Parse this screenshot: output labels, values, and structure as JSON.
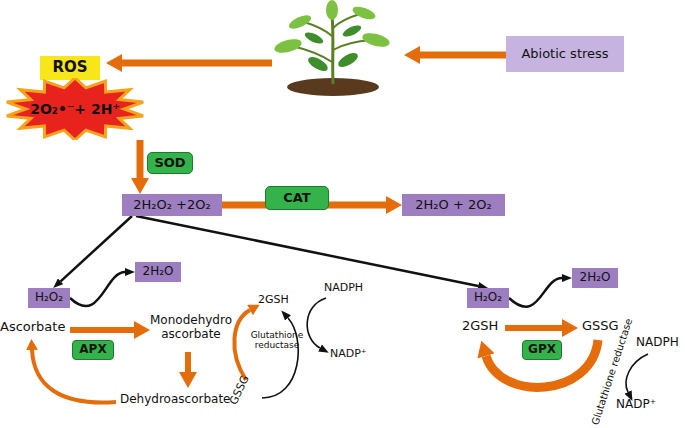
{
  "diagram": {
    "nodes": [
      {
        "text": [
          "Abiotic stress"
        ]
      },
      {
        "text": [
          "ROS"
        ]
      },
      {
        "text": [
          "2O₂•⁻+ 2H⁺"
        ]
      },
      {
        "text": [
          "SOD"
        ]
      },
      {
        "text": [
          "2H₂O₂ +2O₂"
        ]
      },
      {
        "text": [
          "CAT"
        ]
      },
      {
        "text": [
          "2H₂O + 2O₂"
        ]
      },
      {
        "text": [
          "H₂O₂"
        ]
      },
      {
        "text": [
          "2H₂O"
        ]
      },
      {
        "text": [
          "H₂O₂"
        ]
      },
      {
        "text": [
          "2H₂O"
        ]
      },
      {
        "text": [
          "APX"
        ]
      },
      {
        "text": [
          "GPX"
        ]
      }
    ],
    "edges": [
      {
        "from": 2,
        "to": 4,
        "arrow": "to"
      },
      {
        "from": 4,
        "to": 6,
        "arrow": "to"
      },
      {
        "from": 4,
        "to": 7,
        "arrow": "to"
      },
      {
        "from": 4,
        "to": 9,
        "arrow": "to"
      },
      {
        "from": 7,
        "to": 8,
        "arrow": "to"
      },
      {
        "from": 9,
        "to": 10,
        "arrow": "to"
      }
    ],
    "labels": [
      "Ascorbate",
      "Monodehydro ascorbate",
      "Dehydroascorbate",
      "2GSH",
      "Glutathione reductase",
      "GSSG",
      "NADPH",
      "NADP⁺",
      "2GSH",
      "GSSG",
      "Glutathione reductase",
      "NADPH",
      "NADP⁺"
    ]
  }
}
